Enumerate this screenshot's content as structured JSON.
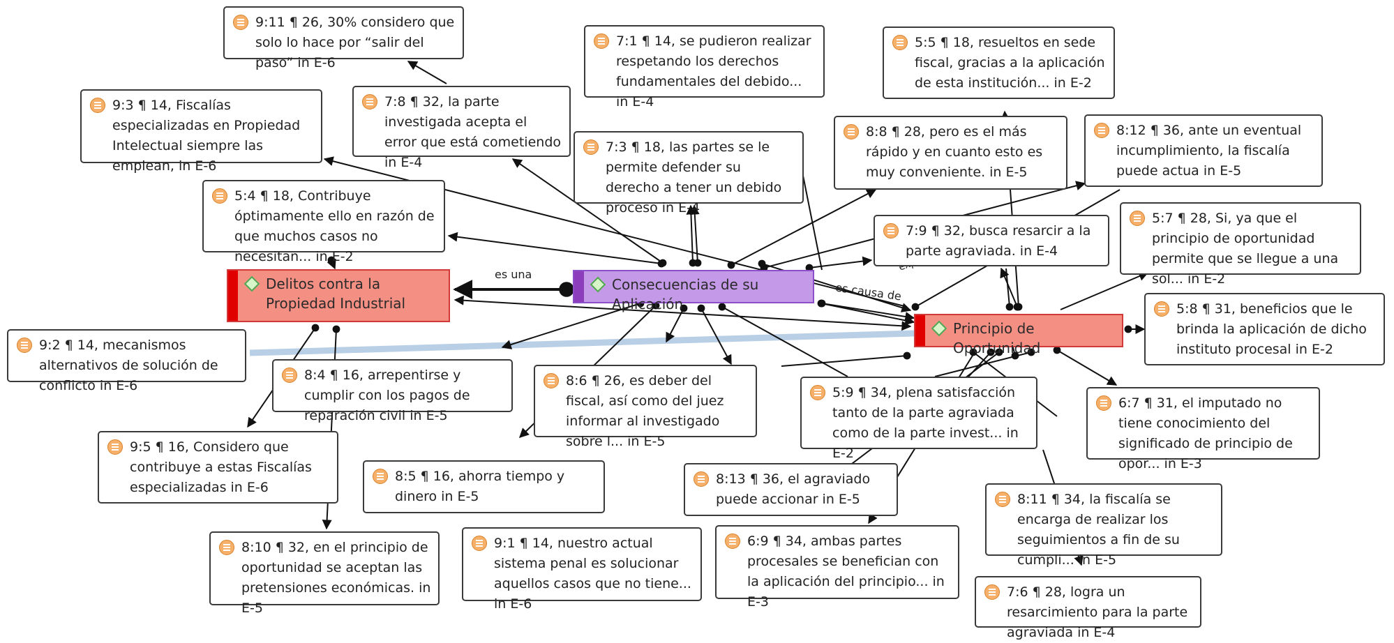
{
  "codes": {
    "delitos": {
      "label": "Delitos contra la Propiedad Industrial"
    },
    "consecuencias": {
      "label": "Consecuencias de su Aplicación"
    },
    "principio": {
      "label": "Principio de Oportunidad"
    }
  },
  "edge_labels": {
    "es_una": "es una",
    "es_causa_de": "es causa de",
    "exp_fragment": "exp"
  },
  "quotes": {
    "q911": "9:11 ¶ 26, 30% considero que solo lo hace por “salir del paso” in E-6",
    "q71": "7:1 ¶ 14, se pudieron realizar respetando los derechos fundamentales del debido... in E-4",
    "q55": "5:5 ¶ 18, resueltos en sede fiscal, gracias a la aplicación de esta institución... in E-2",
    "q93": "9:3 ¶ 14, Fiscalías especializadas en Propiedad Intelectual siempre las emplean, in E-6",
    "q78": "7:8 ¶ 32, la parte investigada acepta el error que está cometiendo in E-4",
    "q73": "7:3 ¶ 18, las partes se le permite defender su derecho a tener un debido proceso in E-4",
    "q88": "8:8 ¶ 28, pero es el más rápido y en cuanto esto es muy conveniente. in E-5",
    "q812": "8:12 ¶ 36, ante un eventual incumplimiento, la fiscalía puede actua in E-5",
    "q54": "5:4 ¶ 18, Contribuye óptimamente ello en razón de que muchos casos no necesitan... in E-2",
    "q79": "7:9 ¶ 32, busca resarcir a la parte agraviada. in E-4",
    "q57": "5:7 ¶ 28, Si, ya que el principio de oportunidad permite que se llegue a una sol... in E-2",
    "q58": "5:8 ¶ 31, beneficios que le brinda la aplicación de dicho instituto procesal in E-2",
    "q92": "9:2 ¶ 14, mecanismos alternativos de solución de conflicto in E-6",
    "q84": "8:4 ¶ 16, arrepentirse y cumplir con los pagos de reparación civil in E-5",
    "q86": "8:6 ¶ 26, es deber del fiscal, así como del juez informar al investigado sobre l... in E-5",
    "q59": "5:9 ¶ 34, plena satisfacción tanto de la parte agraviada como de la parte invest... in E-2",
    "q67": "6:7 ¶ 31, el imputado no tiene conocimiento del significado de principio de opor... in E-3",
    "q95": "9:5 ¶ 16, Considero que contribuye a estas Fiscalías especializadas in E-6",
    "q85": "8:5 ¶ 16, ahorra tiempo y dinero in E-5",
    "q813": "8:13 ¶ 36, el agraviado puede accionar in E-5",
    "q811": "8:11 ¶ 34, la fiscalía se encarga de realizar los seguimientos a fin de su cumpli... in E-5",
    "q810": "8:10 ¶ 32, en el principio de oportunidad se aceptan las pretensiones económicas. in E-5",
    "q91": "9:1 ¶ 14, nuestro actual sistema penal es solucionar aquellos casos que no tiene... in E-6",
    "q69": "6:9 ¶ 34, ambas partes procesales se benefician con la aplicación del principio... in E-3",
    "q76": "7:6 ¶ 28, logra un resarcimiento para la parte agraviada in E-4"
  },
  "colors": {
    "code_red_fill": "#f48f84",
    "code_red_bar": "#e00000",
    "code_purple_fill": "#c49ae8",
    "code_purple_bar": "#8c3dbc",
    "edge": "#111111",
    "highlight_edge": "#b9cfe6",
    "quote_icon": "#f6b06a"
  }
}
